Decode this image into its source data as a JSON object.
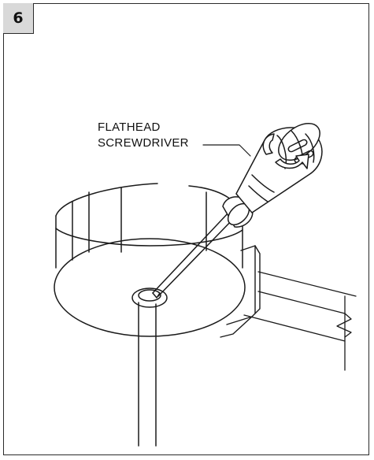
{
  "step": {
    "number": "6"
  },
  "callout": {
    "line1": "FLATHEAD",
    "line2": "SCREWDRIVER"
  },
  "colors": {
    "stroke": "#1a1a1a",
    "badge_fill": "#d9d9d9",
    "background": "#ffffff"
  },
  "icons": {
    "rotation": "curved-arrow-icon",
    "tool": "flathead-screwdriver-icon"
  }
}
